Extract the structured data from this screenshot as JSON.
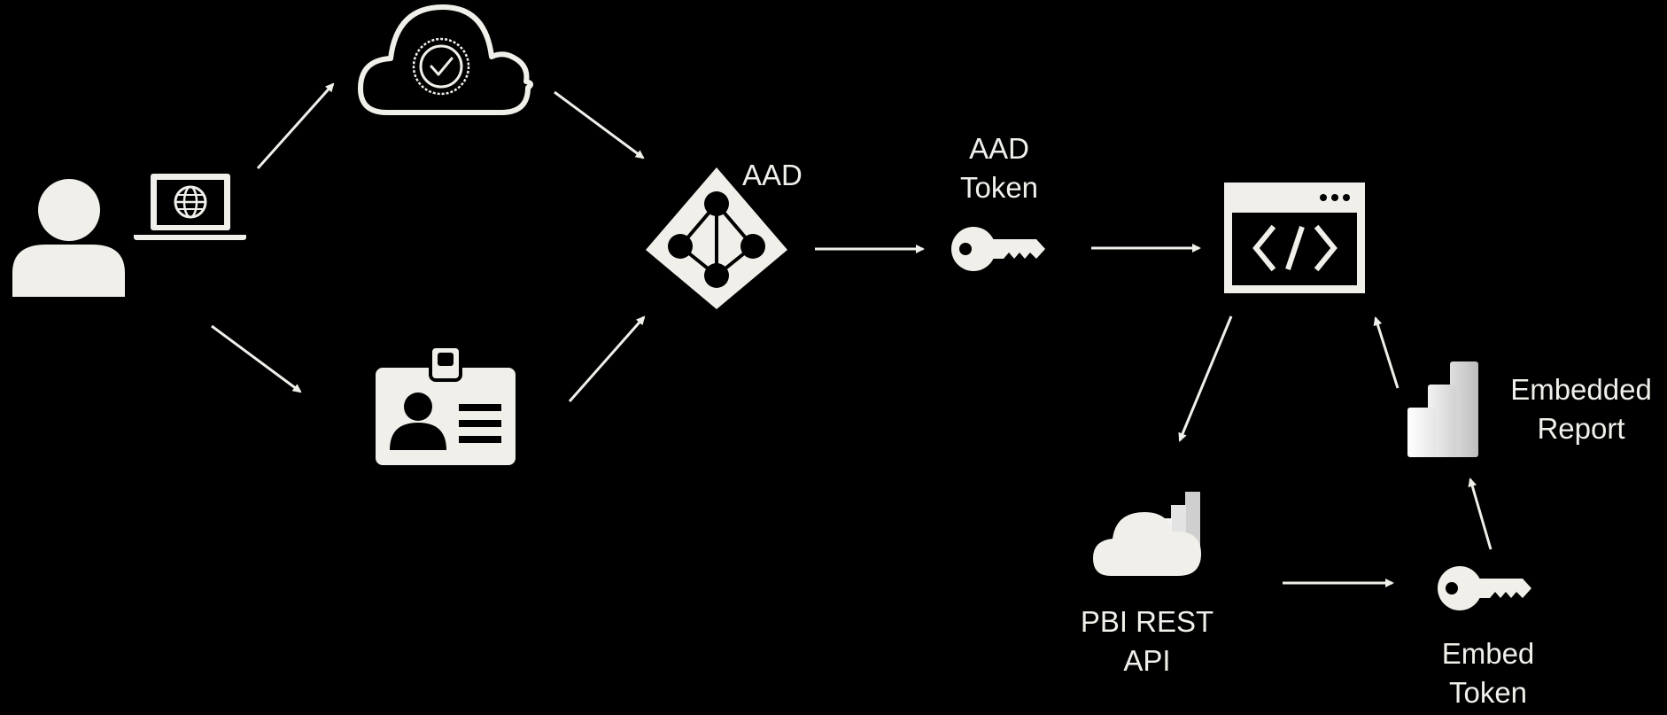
{
  "colors": {
    "background": "#000000",
    "foreground": "#f0efea"
  },
  "icons": {
    "user": "person-icon",
    "laptop": "laptop-globe-icon",
    "cloud": "cloud-certificate-icon",
    "badge": "id-badge-icon",
    "aad": "azure-active-directory-icon",
    "aad_token": "key-icon",
    "app": "code-window-icon",
    "pbi_api": "powerbi-cloud-icon",
    "embedded_report": "powerbi-report-icon",
    "embed_token": "key-icon"
  },
  "labels": {
    "aad": "AAD",
    "aad_token": [
      "AAD",
      "Token"
    ],
    "embedded_report": [
      "Embedded",
      "Report"
    ],
    "pbi_api": [
      "PBI REST",
      "API"
    ],
    "embed_token": [
      "Embed",
      "Token"
    ]
  }
}
